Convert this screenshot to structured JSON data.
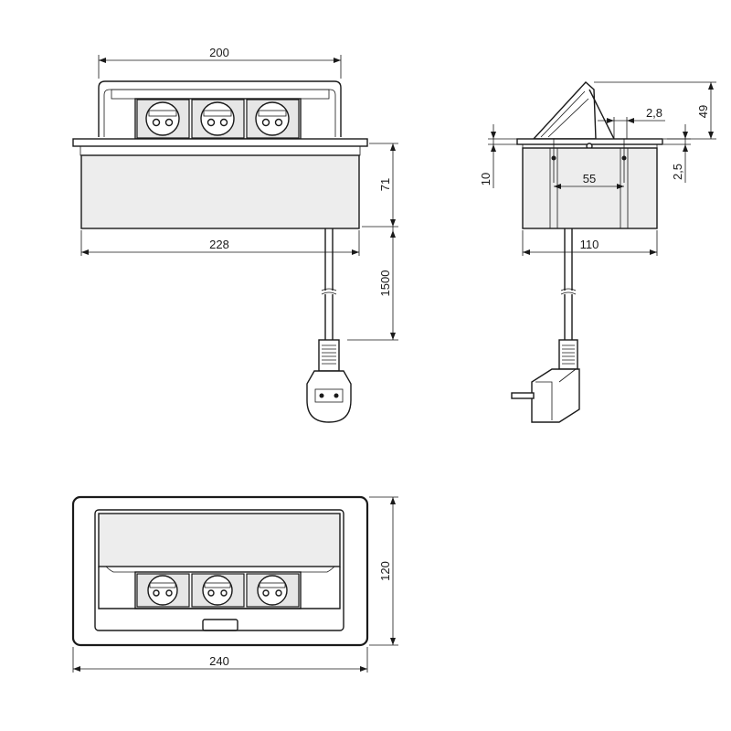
{
  "dimensions": {
    "top_width": "200",
    "body_width": "228",
    "body_height": "71",
    "cable_length": "1500",
    "lid_height": "49",
    "edge_offset": "2,8",
    "flange_thickness": "10",
    "screw_spacing": "55",
    "side_depth": "110",
    "rim_height": "2,5",
    "plan_depth": "120",
    "plan_width": "240"
  }
}
